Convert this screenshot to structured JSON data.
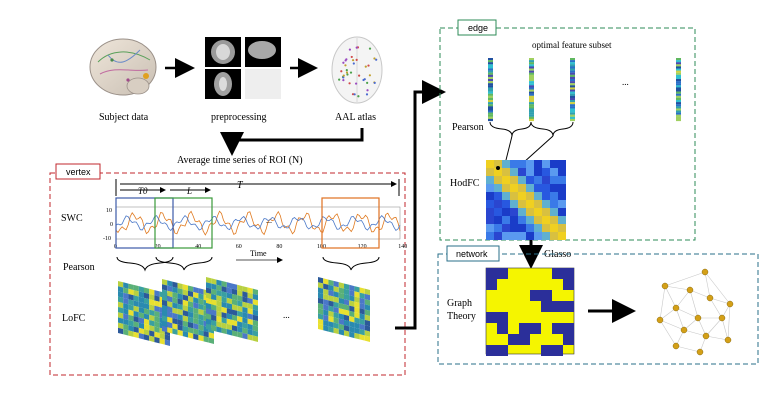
{
  "top_row": {
    "subject_label": "Subject data",
    "preprocessing_label": "preprocessing",
    "atlas_label": "AAL atlas",
    "roi_caption": "Average time series of ROI (N)"
  },
  "vertex": {
    "tag": "vertex",
    "swc_label": "SWC",
    "pearson_label": "Pearson",
    "lofc_label": "LoFC",
    "t0_label": "T0",
    "l_label": "L",
    "t_label": "T",
    "ellipsis": "...",
    "time_label": "Time",
    "plot_y_ticks": [
      "10",
      "0",
      "-10"
    ],
    "plot_x_ticks": [
      "0",
      "20",
      "40",
      "60",
      "80",
      "100",
      "120",
      "140"
    ],
    "lofc_ellipsis": "...",
    "colors": {
      "border": "#c0272d",
      "window_blue": "#3c5aa8",
      "window_green": "#3a9a3a",
      "window_orange": "#e07020"
    }
  },
  "edge": {
    "tag": "edge",
    "title": "optimal feature subset",
    "pearson_label": "Pearson",
    "hodfc_label": "HodFC",
    "ellipsis": "...",
    "colors": {
      "border": "#2e8b57"
    }
  },
  "network": {
    "tag": "network",
    "glasso_label": "Glasso",
    "graph_label_line1": "Graph",
    "graph_label_line2": "Theory",
    "colors": {
      "border": "#2a6f8a",
      "matrix_yellow": "#f5f500",
      "matrix_navy": "#2b2f9a",
      "node": "#d4a017"
    }
  }
}
